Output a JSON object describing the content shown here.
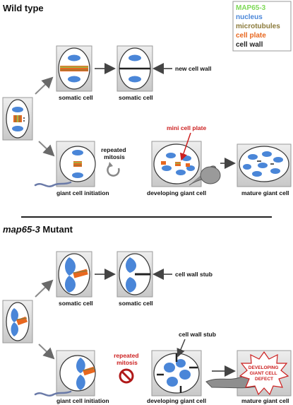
{
  "sections": {
    "wild_type_title": "Wild type",
    "mutant_title_italic": "map65-3",
    "mutant_title_rest": " Mutant"
  },
  "legend": {
    "items": [
      {
        "label": "MAP65-3",
        "color": "#7ed957"
      },
      {
        "label": "nucleus",
        "color": "#4a86d8"
      },
      {
        "label": "microtubules",
        "color": "#8b7a3a"
      },
      {
        "label": "cell plate",
        "color": "#e8671f"
      },
      {
        "label": "cell wall",
        "color": "#222222"
      }
    ]
  },
  "wild_type": {
    "somatic_cell_1": "somatic cell",
    "somatic_cell_2": "somatic cell",
    "new_cell_wall": "new cell wall",
    "giant_cell_initiation": "giant cell initiation",
    "repeated_mitosis": "repeated\nmitosis",
    "mini_cell_plate": "mini cell plate",
    "developing_giant_cell": "developing giant cell",
    "mature_giant_cell": "mature giant cell"
  },
  "mutant": {
    "somatic_cell_1": "somatic cell",
    "somatic_cell_2": "somatic cell",
    "cell_wall_stub_1": "cell wall stub",
    "cell_wall_stub_2": "cell wall stub",
    "giant_cell_initiation": "giant cell initiation",
    "repeated_mitosis": "repeated\nmitosis",
    "developing_giant_cell": "developing giant cell",
    "mature_giant_cell": "mature giant cell",
    "defect": "DEVELOPING\nGIANT CELL\nDEFECT"
  },
  "colors": {
    "nucleus": "#4a86d8",
    "map65": "#7ed957",
    "microtubules": "#8b7a3a",
    "cell_plate": "#e8671f",
    "cell_wall": "#222222",
    "box_fill": "#d9d9d9",
    "red_text": "#cc1f1f"
  }
}
